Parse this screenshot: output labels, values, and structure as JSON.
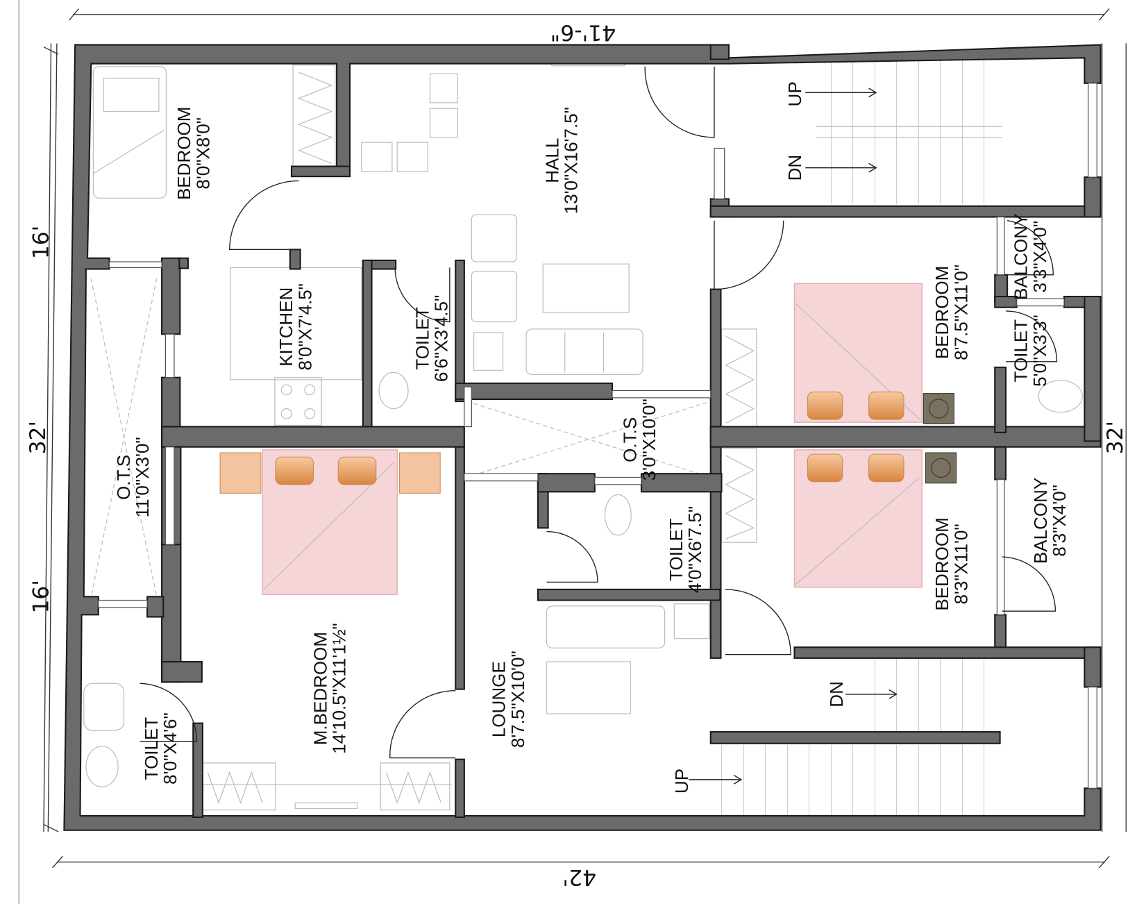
{
  "dimensions": {
    "top": "41'-6\"",
    "bottom": "42'",
    "left_upper": "16'",
    "left_total": "32'",
    "left_lower": "16'",
    "right_total": "32'"
  },
  "rooms": {
    "bedroom_nw": {
      "name": "BEDROOM",
      "size": "8'0\"X8'0\""
    },
    "hall": {
      "name": "HALL",
      "size": "13'0\"X16'7.5\""
    },
    "kitchen": {
      "name": "KITCHEN",
      "size": "8'0\"X7'4.5\""
    },
    "toilet_center": {
      "name": "TOILET",
      "size": "6'6\"X3'4.5\""
    },
    "bedroom_ne": {
      "name": "BEDROOM",
      "size": "8'7.5\"X11'0\""
    },
    "balcony_ne": {
      "name": "BALCONY",
      "size": "3'3\"X4'0\""
    },
    "toilet_ne": {
      "name": "TOILET",
      "size": "5'0\"X3'3\""
    },
    "ots_west": {
      "name": "O.T.S",
      "size": "11'0\"X3'0\""
    },
    "ots_center": {
      "name": "O.T.S",
      "size": "3'0\"X10'0\""
    },
    "toilet_mid": {
      "name": "TOILET",
      "size": "4'0\"X6'7.5\""
    },
    "bedroom_se": {
      "name": "BEDROOM",
      "size": "8'3\"X11'0\""
    },
    "balcony_se": {
      "name": "BALCONY",
      "size": "8'3\"X4'0\""
    },
    "master_bedroom": {
      "name": "M.BEDROOM",
      "size": "14'10.5\"X11'1½\""
    },
    "lounge": {
      "name": "LOUNGE",
      "size": "8'7.5\"X10'0\""
    },
    "toilet_sw": {
      "name": "TOILET",
      "size": "8'0\"X4'6\""
    }
  },
  "stairs": {
    "north_up": "UP",
    "north_dn": "DN",
    "south_dn": "DN",
    "south_up": "UP"
  },
  "colors": {
    "wall": "#6b6b6b",
    "bed": "#f5d5d7",
    "pillow": "#e59a5c"
  }
}
